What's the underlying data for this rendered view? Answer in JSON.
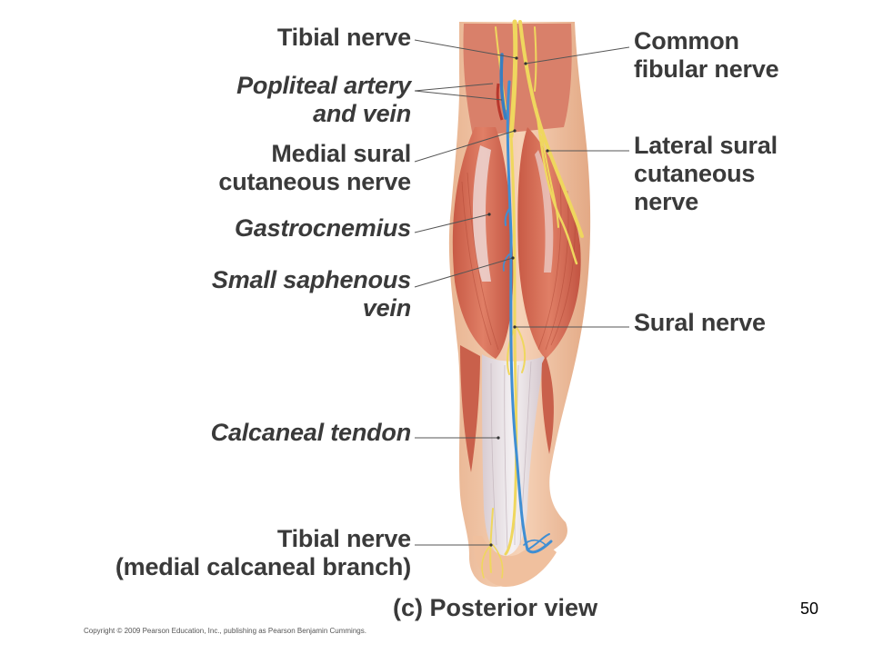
{
  "labels": {
    "tibial_nerve": "Tibial nerve",
    "popliteal_line1": "Popliteal artery",
    "popliteal_line2": "and vein",
    "medial_sural_line1": "Medial sural",
    "medial_sural_line2": "cutaneous nerve",
    "gastrocnemius": "Gastrocnemius",
    "small_saphenous_line1": "Small saphenous",
    "small_saphenous_line2": "vein",
    "calcaneal_tendon": "Calcaneal tendon",
    "tibial_branch_line1": "Tibial nerve",
    "tibial_branch_line2": "(medial calcaneal branch)",
    "common_fibular_line1": "Common",
    "common_fibular_line2": "fibular nerve",
    "lateral_sural_line1": "Lateral sural",
    "lateral_sural_line2": "cutaneous",
    "lateral_sural_line3": "nerve",
    "sural_nerve": "Sural nerve"
  },
  "caption": "(c) Posterior view",
  "copyright": "Copyright © 2009 Pearson Education, Inc., publishing as Pearson Benjamin Cummings.",
  "page_number": "50",
  "colors": {
    "muscle": "#d9705a",
    "muscle_dark": "#b34a3a",
    "tendon": "#ece8ea",
    "skin": "#f2c6a6",
    "nerve": "#f3de6c",
    "vein": "#3f8ed3",
    "leader": "#555555"
  }
}
